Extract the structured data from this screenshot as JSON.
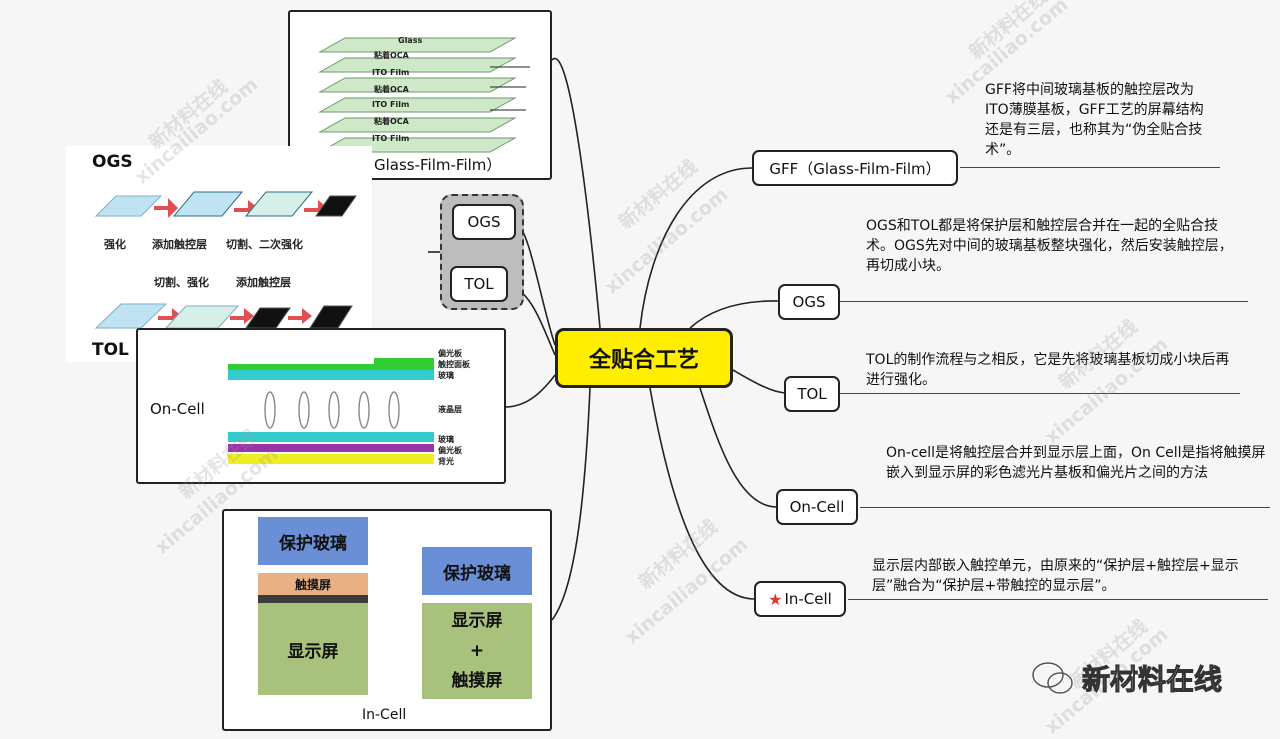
{
  "central": {
    "title": "全贴合工艺"
  },
  "branches": {
    "gff": {
      "label": "GFF（Glass-Film-Film）",
      "desc": "GFF将中间玻璃基板的触控层改为ITO薄膜基板，GFF工艺的屏幕结构还是有三层，也称其为“伪全贴合技术”。"
    },
    "ogs": {
      "label": "OGS",
      "desc": "OGS和TOL都是将保护层和触控层合并在一起的全贴合技术。OGS先对中间的玻璃基板整块强化，然后安装触控层，再切成小块。"
    },
    "tol": {
      "label": "TOL",
      "desc": "TOL的制作流程与之相反，它是先将玻璃基板切成小块后再进行强化。"
    },
    "oncell": {
      "label": "On-Cell",
      "desc": "On-cell是将触控层合并到显示层上面，On Cell是指将触摸屏嵌入到显示屏的彩色滤光片基板和偏光片之间的方法"
    },
    "incell": {
      "star": "★",
      "label": "In-Cell",
      "desc": "显示层内部嵌入触控单元，由原来的“保护层+触控层+显示层”融合为“保护层+带触控的显示层”。"
    }
  },
  "left_group": {
    "ogs": "OGS",
    "tol": "TOL"
  },
  "gff_image": {
    "caption": "Glass-Film-Film）",
    "layers": [
      "Glass",
      "粘着OCA",
      "ITO Film",
      "粘着OCA",
      "ITO Film",
      "粘着OCA",
      "ITO Film"
    ]
  },
  "ogs_tol_image": {
    "ogs_label": "OGS",
    "tol_label": "TOL",
    "row1_steps": [
      "强化",
      "添加触控层",
      "切割、二次强化"
    ],
    "row2_steps": [
      "切割、强化",
      "添加触控层"
    ]
  },
  "oncell_image": {
    "label": "On-Cell",
    "top_layers": [
      "偏光板",
      "触控面板",
      "玻璃"
    ],
    "middle_layer": "液晶层",
    "bottom_layers": [
      "玻璃",
      "偏光板",
      "背光"
    ]
  },
  "incell_image": {
    "label": "In-Cell",
    "left_stack": [
      "保护玻璃",
      "触摸屏",
      "显示屏"
    ],
    "right_stack_top": "保护玻璃",
    "right_stack_bottom": [
      "显示屏",
      "+",
      "触摸屏"
    ]
  },
  "watermark": {
    "cn": "新材料在线",
    "url": "xincailiao.com"
  },
  "colors": {
    "central_fill": "#ffee00",
    "oncell_green": "#33cc33",
    "oncell_cyan": "#33cccc",
    "oncell_purple": "#9933aa",
    "oncell_yellow": "#eeee22",
    "incell_blue": "#6a8fd6",
    "incell_green": "#a8c17c",
    "incell_orange": "#e7b184"
  }
}
